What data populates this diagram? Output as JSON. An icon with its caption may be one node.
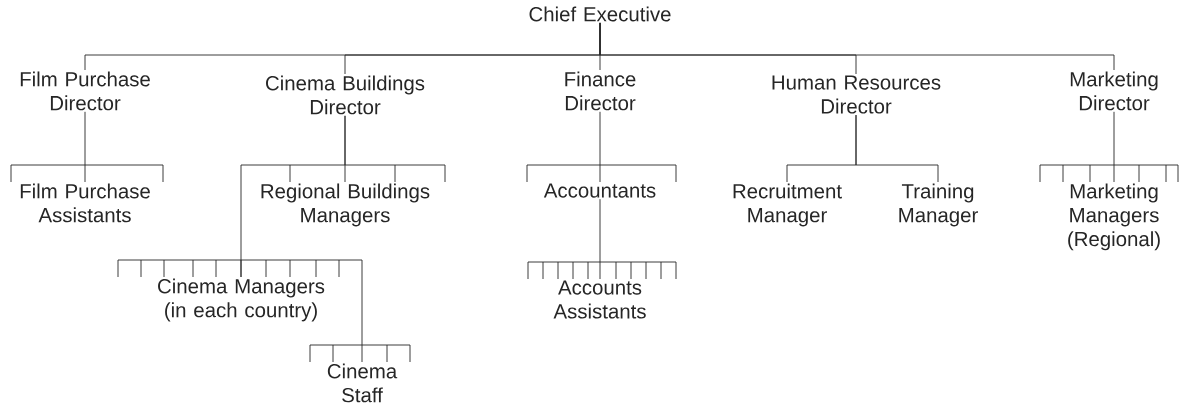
{
  "diagram": {
    "nodes": [
      {
        "text": [
          "Chief Executive"
        ]
      },
      {
        "text": [
          "Film Purchase Director"
        ]
      },
      {
        "text": [
          "Cinema Buildings Director"
        ]
      },
      {
        "text": [
          "Finance Director"
        ]
      },
      {
        "text": [
          "Human Resources Director"
        ]
      },
      {
        "text": [
          "Marketing Director"
        ]
      },
      {
        "text": [
          "Film Purchase Assistants"
        ]
      },
      {
        "text": [
          "Regional Buildings Managers"
        ]
      },
      {
        "text": [
          "Accountants"
        ]
      },
      {
        "text": [
          "Recruitment Manager"
        ]
      },
      {
        "text": [
          "Training Manager"
        ]
      },
      {
        "text": [
          "Marketing Managers (Regional)"
        ]
      },
      {
        "text": [
          "Cinema Managers (in each country)"
        ]
      },
      {
        "text": [
          "Accounts Assistants"
        ]
      },
      {
        "text": [
          "Cinema Staff"
        ]
      }
    ],
    "edges": [
      {
        "from": 0,
        "to": 1,
        "arrow": "none"
      },
      {
        "from": 0,
        "to": 2,
        "arrow": "none"
      },
      {
        "from": 0,
        "to": 3,
        "arrow": "none"
      },
      {
        "from": 0,
        "to": 4,
        "arrow": "none"
      },
      {
        "from": 0,
        "to": 5,
        "arrow": "none"
      },
      {
        "from": 1,
        "to": 6,
        "arrow": "none"
      },
      {
        "from": 2,
        "to": 7,
        "arrow": "none"
      },
      {
        "from": 2,
        "to": 12,
        "arrow": "none"
      },
      {
        "from": 12,
        "to": 14,
        "arrow": "none"
      },
      {
        "from": 3,
        "to": 8,
        "arrow": "none"
      },
      {
        "from": 8,
        "to": 13,
        "arrow": "none"
      },
      {
        "from": 4,
        "to": 9,
        "arrow": "none"
      },
      {
        "from": 4,
        "to": 10,
        "arrow": "none"
      },
      {
        "from": 5,
        "to": 11,
        "arrow": "none"
      }
    ]
  }
}
